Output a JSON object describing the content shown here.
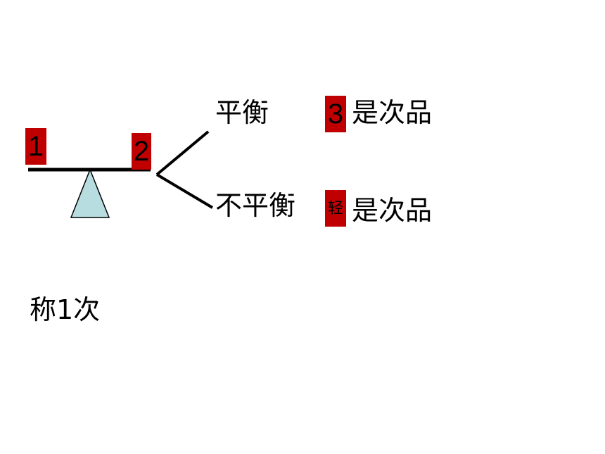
{
  "weights": {
    "left_label": "1",
    "right_label": "2"
  },
  "branches": {
    "balanced": {
      "label": "平衡",
      "coin_label": "3",
      "result": "是次品"
    },
    "unbalanced": {
      "label": "不平衡",
      "coin_label": "轻",
      "result": "是次品"
    }
  },
  "footer": {
    "weigh_count": "称1次"
  },
  "colors": {
    "coin_box": "#c00000",
    "fulcrum_fill": "#b7dde0",
    "line": "#000000"
  },
  "icons": {
    "fulcrum": "triangle-icon"
  }
}
